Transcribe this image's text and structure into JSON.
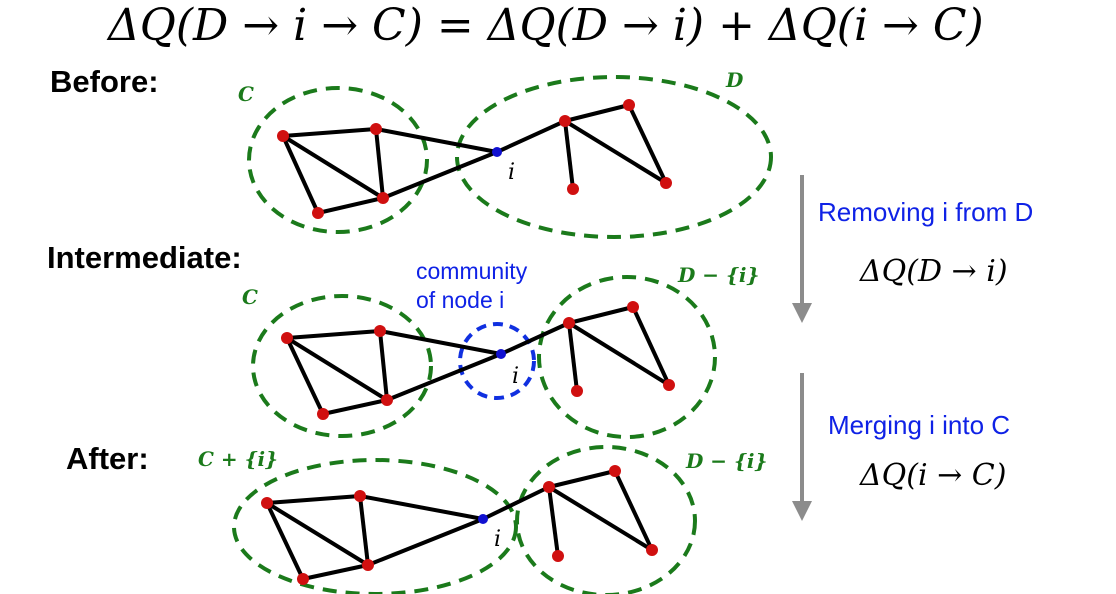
{
  "formula": "ΔQ(D → i → C) = ΔQ(D → i) + ΔQ(i → C)",
  "stages": {
    "before": "Before:",
    "intermediate": "Intermediate:",
    "after": "After:"
  },
  "community_labels": {
    "before_c": "C",
    "before_d": "D",
    "intermediate_c": "C",
    "intermediate_d": "D − {i}",
    "after_c": "C + {i}",
    "after_d": "D − {i}"
  },
  "node_label": "i",
  "annotation": {
    "line1": "community",
    "line2": "of node i"
  },
  "steps": {
    "remove_label": "Removing i from D",
    "remove_formula": "ΔQ(D → i)",
    "merge_label": "Merging i into C",
    "merge_formula": "ΔQ(i → C)"
  },
  "colors": {
    "community_outline": "#1b7a1b",
    "node_community": "#d01010",
    "node_i": "#1010d0",
    "edge": "#000000",
    "arrow": "#8c8c8c",
    "text_blue": "#0f22e6"
  }
}
